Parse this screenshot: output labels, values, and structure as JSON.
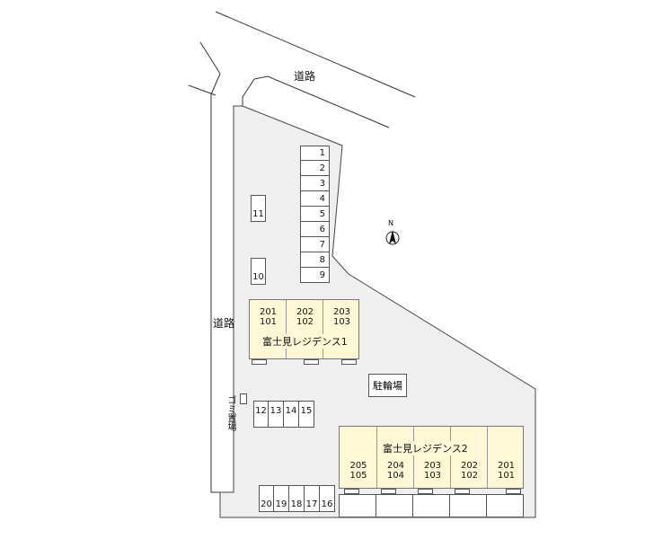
{
  "roads": {
    "north_label": "道路",
    "west_label": "道路"
  },
  "compass": {
    "north_letter": "N"
  },
  "parking": {
    "column": [
      "1",
      "2",
      "3",
      "4",
      "5",
      "6",
      "7",
      "8",
      "9"
    ],
    "single_top": "11",
    "single_mid": "10",
    "row_mid": [
      "12",
      "13",
      "14",
      "15"
    ],
    "row_bottom": [
      "20",
      "19",
      "18",
      "17",
      "16"
    ]
  },
  "garbage": {
    "label": "ゴミ置場"
  },
  "bicycle_parking": {
    "label": "駐輪場"
  },
  "building1": {
    "name": "富士見レジデンス1",
    "units": [
      {
        "upper": "201",
        "lower": "101"
      },
      {
        "upper": "202",
        "lower": "102"
      },
      {
        "upper": "203",
        "lower": "103"
      }
    ]
  },
  "building2": {
    "name": "富士見レジデンス2",
    "units": [
      {
        "upper": "205",
        "lower": "105"
      },
      {
        "upper": "204",
        "lower": "104"
      },
      {
        "upper": "203",
        "lower": "103"
      },
      {
        "upper": "202",
        "lower": "102"
      },
      {
        "upper": "201",
        "lower": "101"
      }
    ]
  },
  "colors": {
    "lot": "#efefef",
    "building": "#fff8d6",
    "line": "#444444"
  }
}
